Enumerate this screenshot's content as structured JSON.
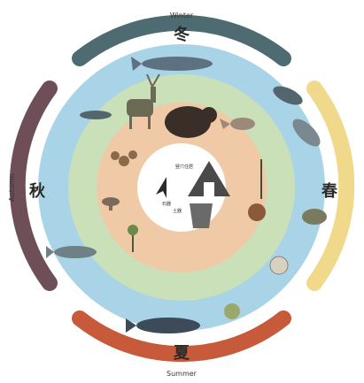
{
  "seasons": {
    "winter": {
      "en": "Winter",
      "kanji": "冬",
      "color": "#4f6b72"
    },
    "spring": {
      "en": "",
      "kanji": "春",
      "color": "#f0d98a"
    },
    "summer": {
      "en": "Summer",
      "kanji": "夏",
      "color": "#c75a3a"
    },
    "autumn": {
      "en": "Autumn",
      "kanji": "秋",
      "color": "#6e4e57"
    }
  },
  "center": {
    "labels": [
      "竪穴住居",
      "土器",
      "石器"
    ]
  },
  "colors": {
    "sea_ring": "#a9d3e6",
    "forest_ring": "#c9e0b8",
    "land_ring": "#f0c9a6",
    "center": "#ffffff"
  },
  "icons": [
    "whale-icon",
    "seal-icon",
    "deer-icon",
    "bear-icon",
    "fox-icon",
    "fish-icon",
    "tuna-icon",
    "shell-icon",
    "nut-icon",
    "mushroom-icon",
    "plant-icon",
    "hut-icon",
    "arrowhead-icon",
    "pottery-icon"
  ]
}
